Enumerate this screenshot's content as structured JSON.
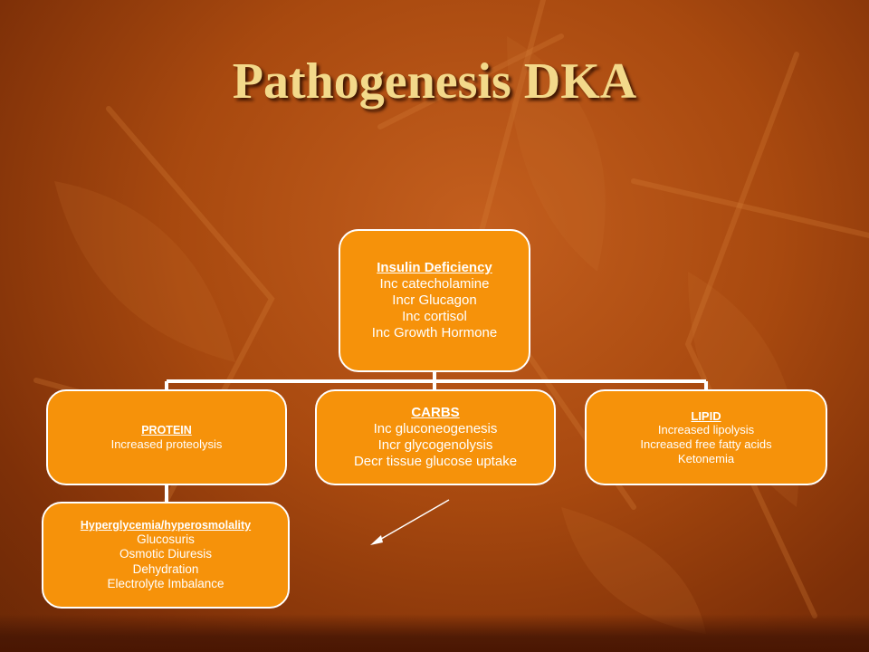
{
  "title": "Pathogenesis DKA",
  "nodes": {
    "root": {
      "heading": "Insulin Deficiency",
      "lines": [
        "Inc catecholamine",
        "Incr Glucagon",
        "Inc cortisol",
        "Inc Growth Hormone"
      ]
    },
    "protein": {
      "heading": "PROTEIN",
      "lines": [
        "Increased proteolysis"
      ]
    },
    "carbs": {
      "heading": "CARBS",
      "lines": [
        "Inc gluconeogenesis",
        "Incr glycogenolysis",
        "Decr tissue glucose uptake"
      ]
    },
    "lipid": {
      "heading": "LIPID",
      "lines": [
        "Increased lipolysis",
        "Increased free fatty acids",
        "Ketonemia"
      ]
    },
    "hyper": {
      "heading": "Hyperglycemia/hyperosmolality",
      "lines": [
        "Glucosuris",
        "Osmotic Diuresis",
        "Dehydration",
        "Electrolyte Imbalance"
      ]
    }
  },
  "colors": {
    "node_fill": "#f6920a",
    "node_border": "#ffffff",
    "title": "#f3d98a",
    "background": "#a8490f"
  }
}
